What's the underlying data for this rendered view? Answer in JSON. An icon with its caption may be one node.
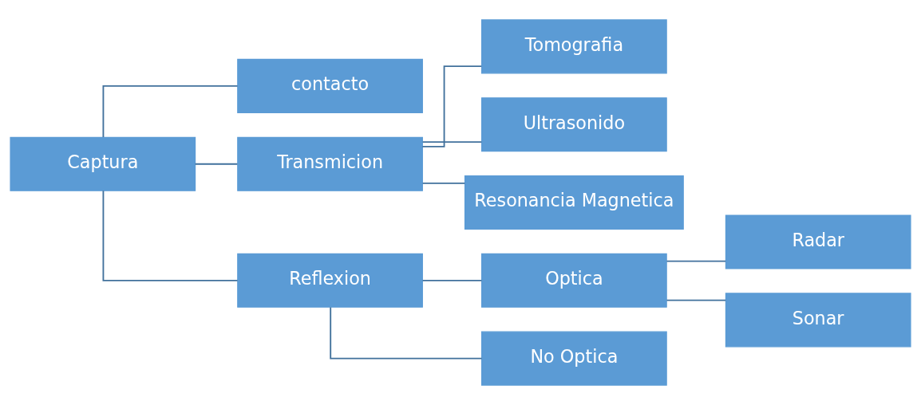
{
  "diagram": {
    "nodes": [
      {
        "text": [
          "Captura"
        ]
      },
      {
        "text": [
          "contacto"
        ]
      },
      {
        "text": [
          "Transmicion"
        ]
      },
      {
        "text": [
          "Reflexion"
        ]
      },
      {
        "text": [
          "Tomografia"
        ]
      },
      {
        "text": [
          "Ultrasonido"
        ]
      },
      {
        "text": [
          "Resonancia Magnetica"
        ]
      },
      {
        "text": [
          "Optica"
        ]
      },
      {
        "text": [
          "No Optica"
        ]
      },
      {
        "text": [
          "Radar"
        ]
      },
      {
        "text": [
          "Sonar"
        ]
      }
    ],
    "edges": [
      {
        "from": 0,
        "to": 1,
        "arrow": "none"
      },
      {
        "from": 0,
        "to": 2,
        "arrow": "none"
      },
      {
        "from": 0,
        "to": 3,
        "arrow": "none"
      },
      {
        "from": 2,
        "to": 4,
        "arrow": "none"
      },
      {
        "from": 2,
        "to": 5,
        "arrow": "none"
      },
      {
        "from": 2,
        "to": 6,
        "arrow": "none"
      },
      {
        "from": 3,
        "to": 7,
        "arrow": "none"
      },
      {
        "from": 3,
        "to": 8,
        "arrow": "none"
      },
      {
        "from": 7,
        "to": 9,
        "arrow": "none"
      },
      {
        "from": 7,
        "to": 10,
        "arrow": "none"
      }
    ]
  }
}
